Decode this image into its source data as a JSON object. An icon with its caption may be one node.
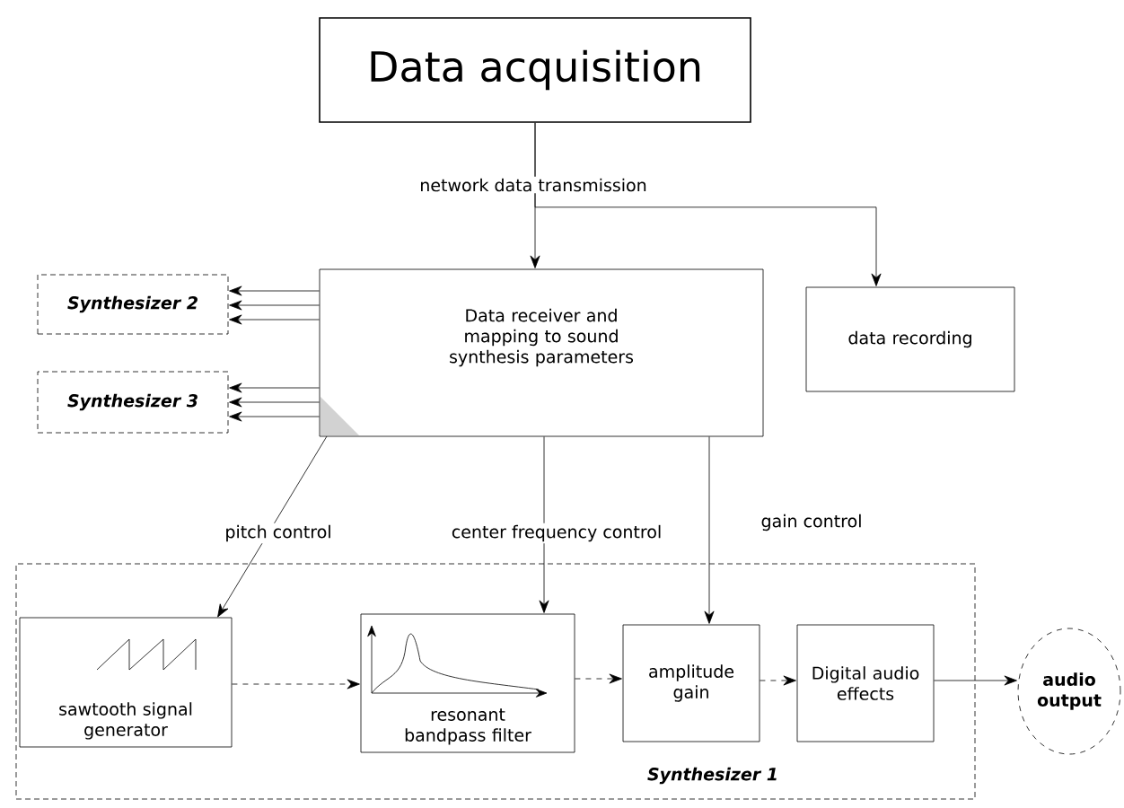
{
  "diagram": {
    "nodes": [
      {
        "text": [
          "Data acquisition"
        ]
      },
      {
        "text": [
          "Data receiver and mapping to sound synthesis parameters"
        ]
      },
      {
        "text": [
          "data recording"
        ]
      },
      {
        "text": [
          "Synthesizer 2"
        ]
      },
      {
        "text": [
          "Synthesizer 3"
        ]
      },
      {
        "text": [
          "Synthesizer 1"
        ]
      },
      {
        "text": [
          "sawtooth signal generator"
        ],
        "in": 5
      },
      {
        "text": [
          "resonant bandpass filter"
        ],
        "in": 5
      },
      {
        "text": [
          "amplitude gain"
        ],
        "in": 5
      },
      {
        "text": [
          "Digital audio effects"
        ],
        "in": 5
      },
      {
        "text": [
          "audio output"
        ]
      }
    ],
    "edges": [
      {
        "from": 0,
        "to": 1,
        "arrow": "to",
        "label": "network data transmission"
      },
      {
        "from": 0,
        "to": 2,
        "arrow": "to"
      },
      {
        "from": 1,
        "to": 3,
        "arrow": "to"
      },
      {
        "from": 1,
        "to": 3,
        "arrow": "to"
      },
      {
        "from": 1,
        "to": 3,
        "arrow": "to"
      },
      {
        "from": 1,
        "to": 4,
        "arrow": "to"
      },
      {
        "from": 1,
        "to": 4,
        "arrow": "to"
      },
      {
        "from": 1,
        "to": 4,
        "arrow": "to"
      },
      {
        "from": 1,
        "to": 6,
        "arrow": "to",
        "label": "pitch control"
      },
      {
        "from": 1,
        "to": 7,
        "arrow": "to",
        "label": "center frequency control"
      },
      {
        "from": 1,
        "to": 8,
        "arrow": "to",
        "label": "gain control"
      },
      {
        "from": 6,
        "to": 7,
        "arrow": "to",
        "style": "dashed"
      },
      {
        "from": 7,
        "to": 8,
        "arrow": "to",
        "style": "dashed"
      },
      {
        "from": 8,
        "to": 9,
        "arrow": "to",
        "style": "dashed"
      },
      {
        "from": 9,
        "to": 10,
        "arrow": "to"
      }
    ]
  }
}
